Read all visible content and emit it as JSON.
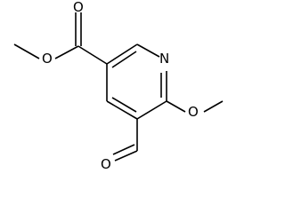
{
  "structure": {
    "atoms": [
      {
        "id": "N1",
        "element": "N",
        "label": "N"
      },
      {
        "id": "O_ester_carbonyl",
        "element": "O",
        "label": "O"
      },
      {
        "id": "O_ester_link",
        "element": "O",
        "label": "O"
      },
      {
        "id": "O_methoxy",
        "element": "O",
        "label": "O"
      },
      {
        "id": "O_aldehyde",
        "element": "O",
        "label": "O"
      }
    ]
  },
  "colors": {
    "bond": "#000000",
    "text": "#000000",
    "background": "#ffffff"
  }
}
